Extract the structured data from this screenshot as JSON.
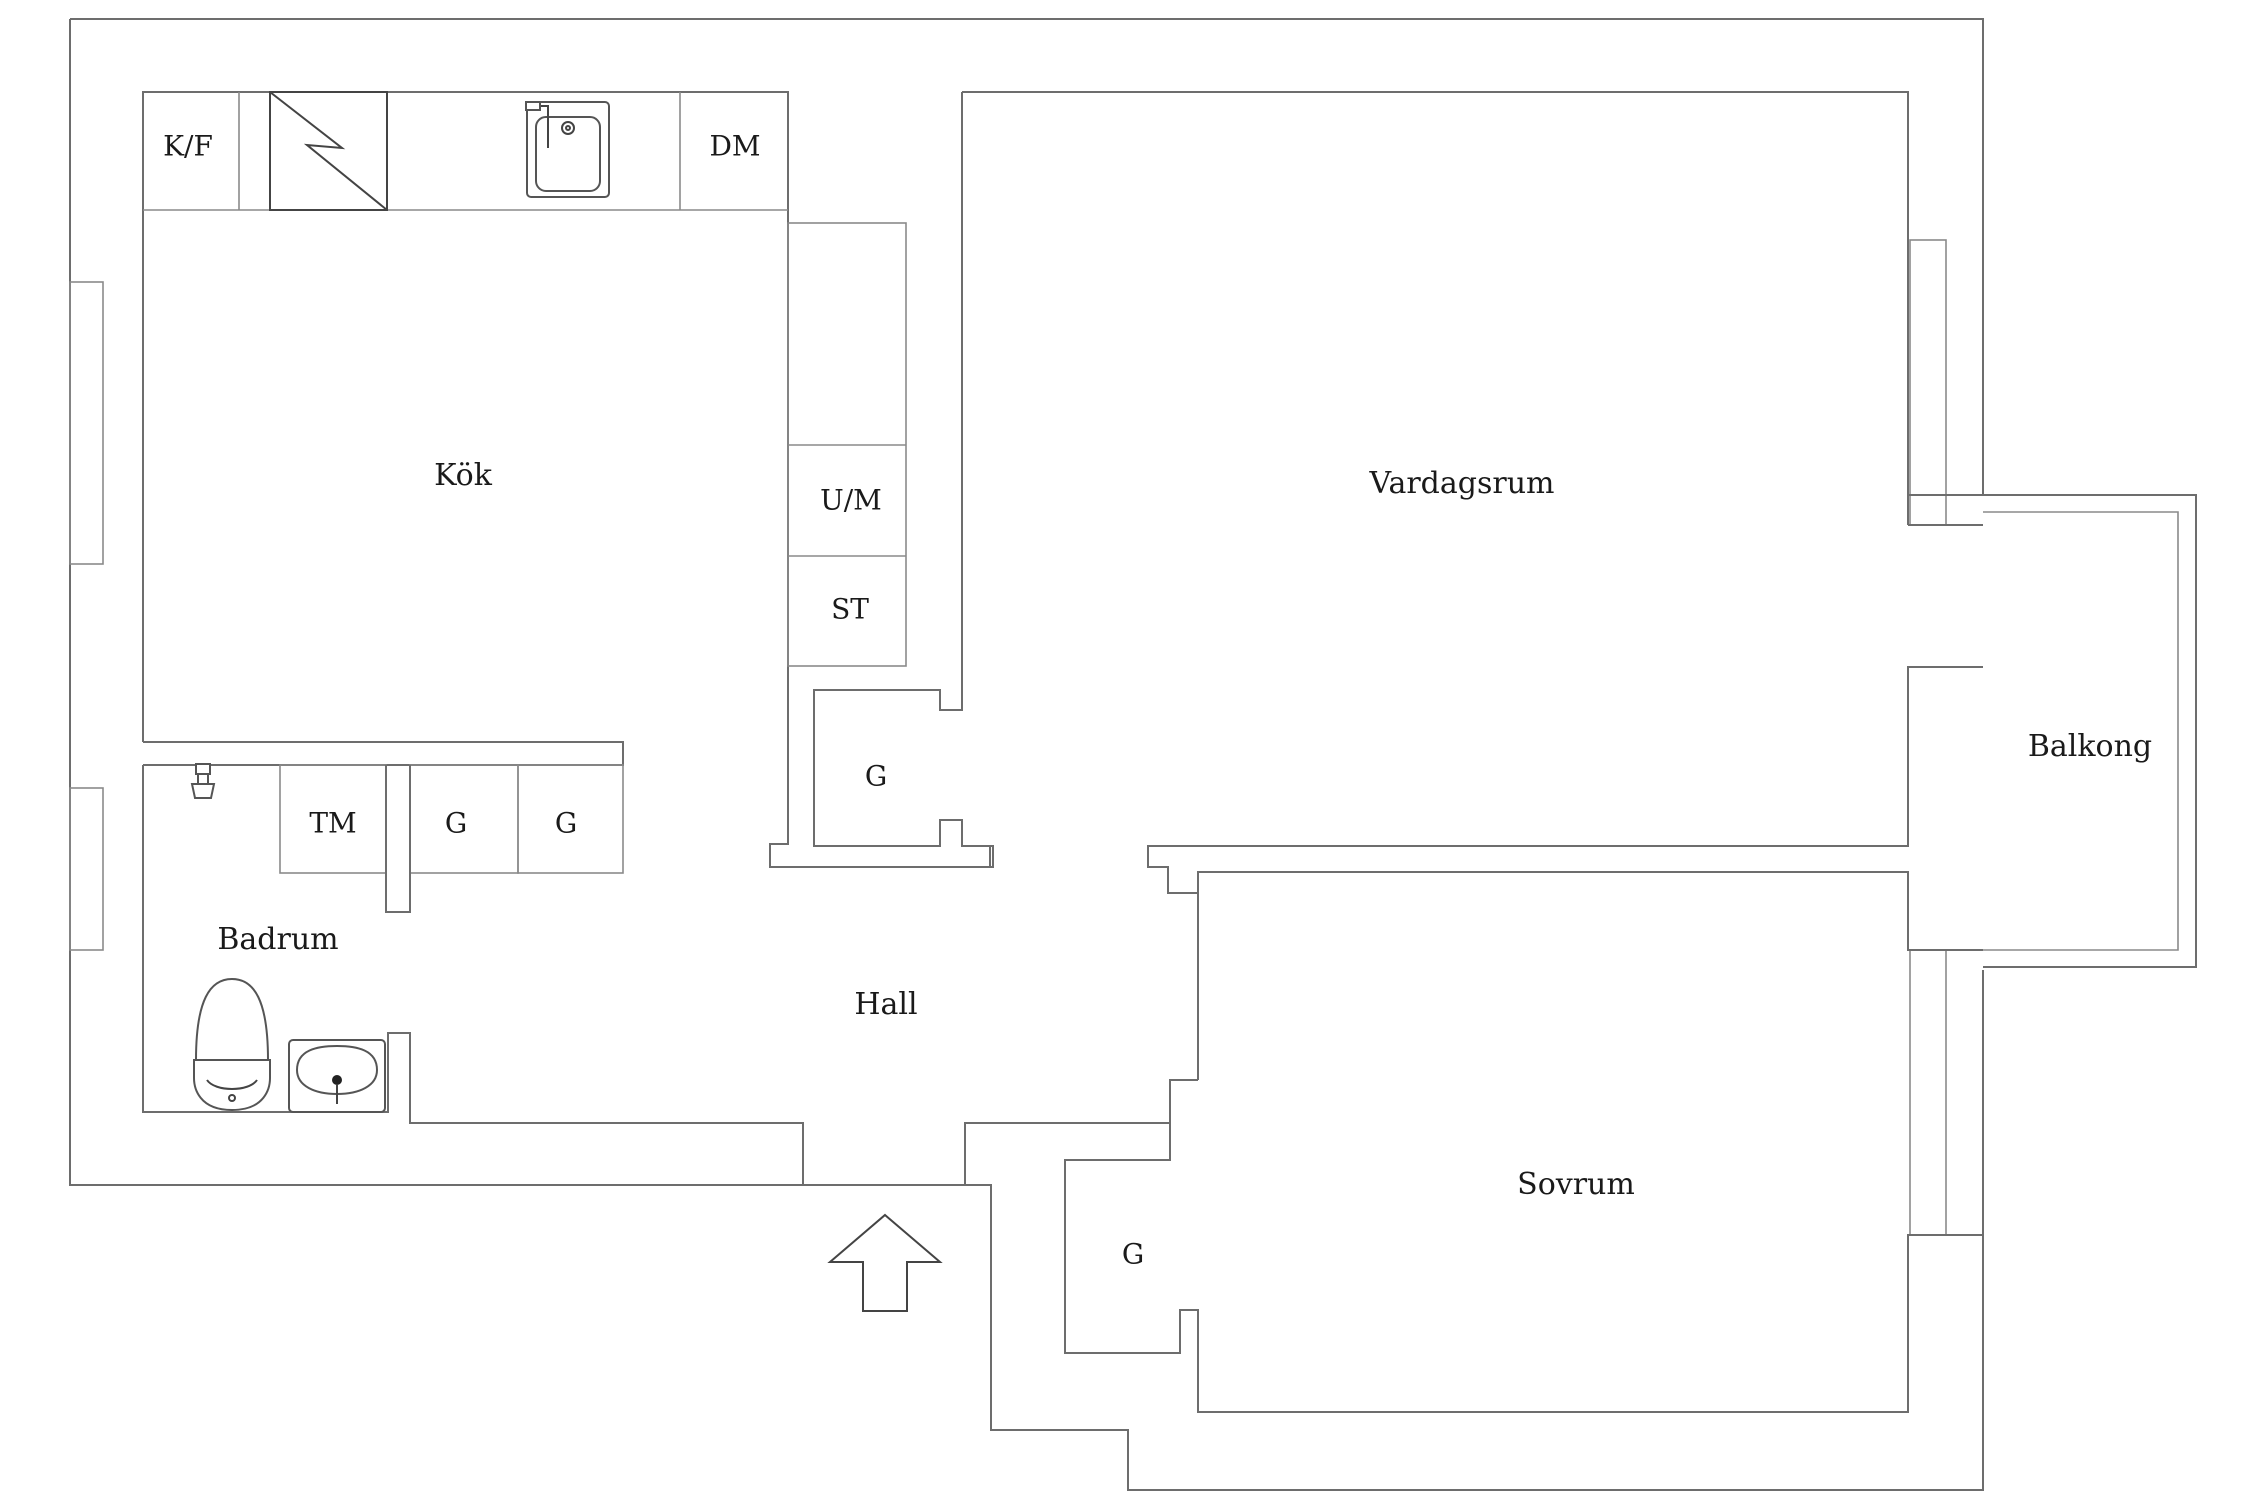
{
  "rooms": {
    "kok": "Kök",
    "vardagsrum": "Vardagsrum",
    "balkong": "Balkong",
    "badrum": "Badrum",
    "hall": "Hall",
    "sovrum": "Sovrum"
  },
  "fixtures": {
    "kf": "K/F",
    "dm": "DM",
    "um": "U/M",
    "st": "ST",
    "tm": "TM",
    "g_bath_1": "G",
    "g_bath_2": "G",
    "g_hall": "G",
    "g_sovrum": "G"
  },
  "icons": {
    "stove": "stove-icon",
    "sink": "kitchen-sink-icon",
    "toilet": "toilet-icon",
    "washbasin": "washbasin-icon",
    "faucet": "shower-faucet-icon",
    "entrance": "entrance-arrow-icon"
  }
}
